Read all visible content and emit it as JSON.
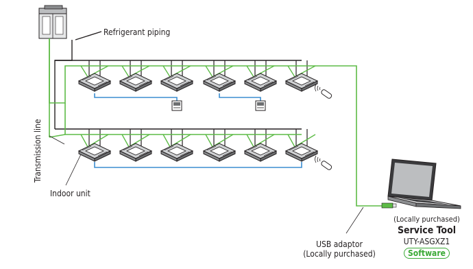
{
  "labels": {
    "refrigerant_piping": "Refrigerant piping",
    "transmission_line": "Transmission line",
    "indoor_unit": "Indoor unit",
    "usb_adaptor_line1": "USB adaptor",
    "usb_adaptor_line2": "(Locally purchased)",
    "service_tool_note": "(Locally purchased)",
    "service_tool_title": "Service Tool",
    "service_tool_model": "UTY-ASGXZ1",
    "service_tool_badge": "Software"
  },
  "colors": {
    "transmission": "#5dbb46",
    "remote_wiring": "#3b8ed1",
    "piping": "#231f20"
  },
  "icons": {
    "outdoor": "outdoor-unit-icon",
    "cassette": "cassette-indoor-unit-icon",
    "remote": "wireless-remote-icon",
    "wired_remote": "wired-remote-controller-icon",
    "laptop": "laptop-icon",
    "usb": "usb-adaptor-icon"
  }
}
